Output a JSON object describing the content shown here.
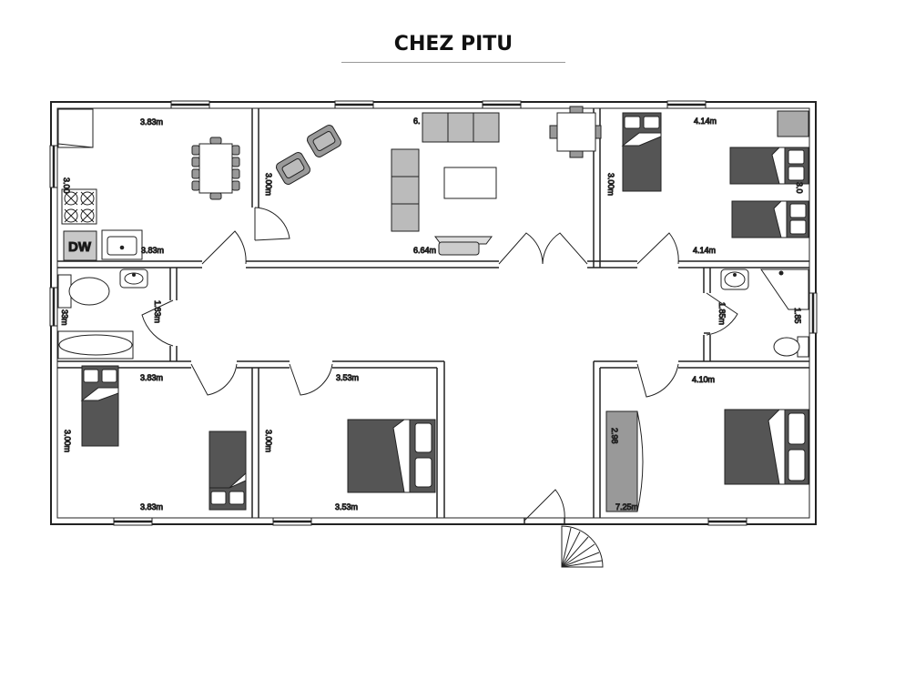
{
  "title": "CHEZ PITU",
  "appliance_label": "DW",
  "colors": {
    "wall": "#222222",
    "furniture_dark": "#555555",
    "furniture_mid": "#a8a8a8",
    "window": "#333333"
  },
  "rooms": {
    "kitchen": {
      "dims": [
        "3.83m",
        "3.00",
        "3.83m"
      ]
    },
    "living": {
      "dims": [
        "6.",
        "3.00m",
        "6.64m"
      ]
    },
    "bedroom_ne": {
      "dims": [
        "4.14m",
        "3.00m",
        "3.0",
        "4.14m"
      ]
    },
    "bath_w": {
      "dims": [
        "33m",
        "1.83m"
      ]
    },
    "bath_e": {
      "dims": [
        "1.85m",
        "1.85"
      ]
    },
    "bedroom_sw": {
      "dims": [
        "3.83m",
        "3.00m",
        "3.83m"
      ]
    },
    "bedroom_s": {
      "dims": [
        "3.53m",
        "3.00m",
        "3.53m"
      ]
    },
    "bedroom_se": {
      "dims": [
        "4.10m",
        "2.98",
        "7.25m"
      ]
    }
  }
}
